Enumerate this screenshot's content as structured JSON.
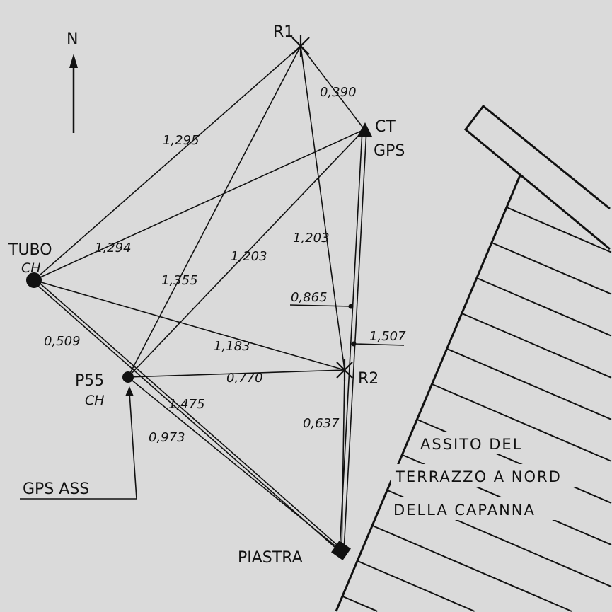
{
  "north": "N",
  "points": {
    "r1": "R1",
    "ct": "CT",
    "ct_sub": "GPS",
    "tubo": "TUBO",
    "tubo_sub": "CH",
    "p55": "P55",
    "p55_sub": "CH",
    "r2": "R2",
    "piastra": "PIASTRA"
  },
  "gps_ass": "GPS ASS",
  "measurements": {
    "r1_tubo": "1,295",
    "r1_ct": "0,390",
    "r1_p55": "1,355",
    "r1_r2": "1,203",
    "ct_tubo": "1,294",
    "ct_p55": "1,203",
    "ct_piastra_a": "0,865",
    "ct_piastra_b": "1,507",
    "tubo_r2": "1,183",
    "tubo_p55": "0,509",
    "tubo_piastra": "0,973",
    "p55_r2": "0,770",
    "p55_piastra": "1,475",
    "r2_piastra": "0,637"
  },
  "deck_label": [
    "ASSITO DEL",
    "TERRAZZO A NORD",
    "DELLA CAPANNA"
  ]
}
